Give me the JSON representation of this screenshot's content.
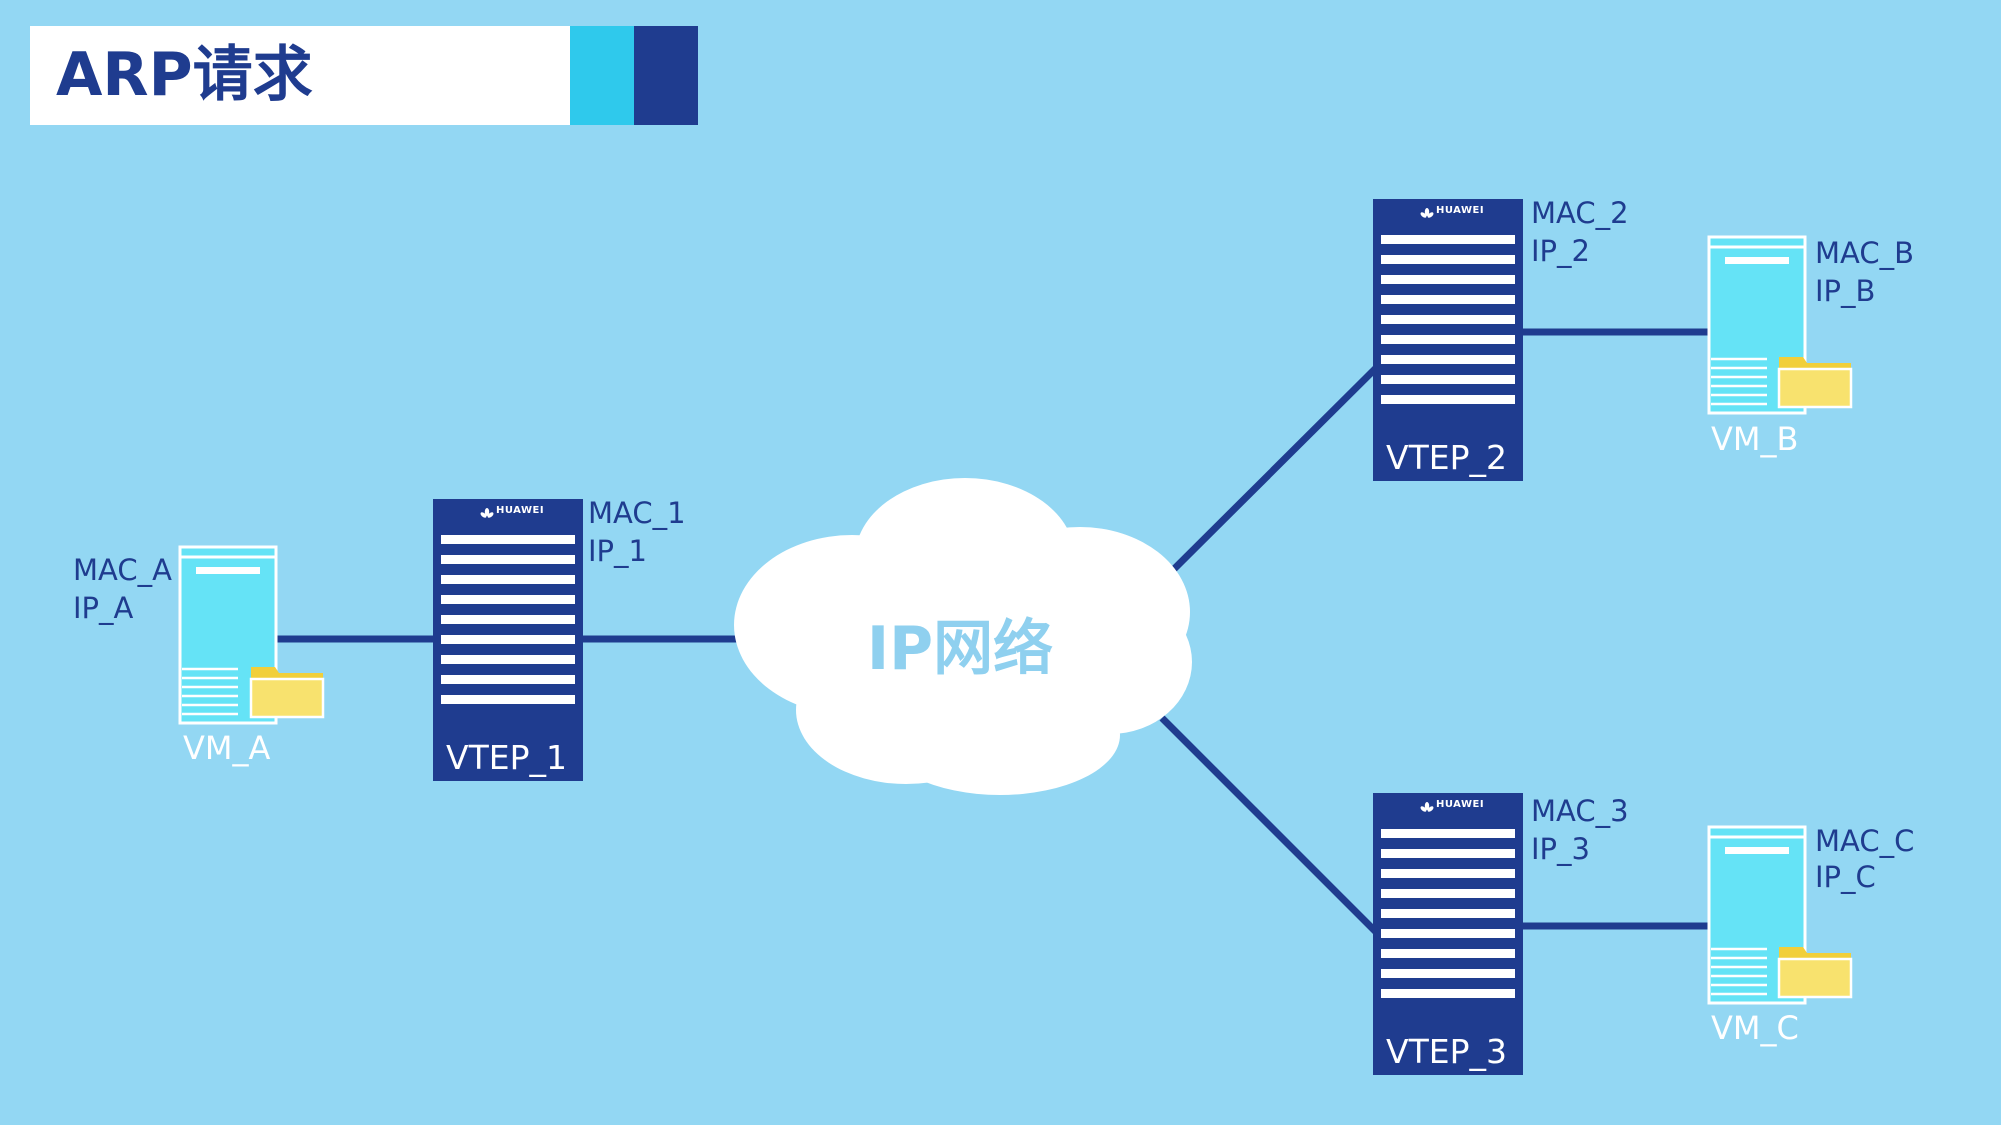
{
  "title": "ARP请求",
  "cloud": {
    "label": "IP网络"
  },
  "vteps": [
    {
      "name": "VTEP_1",
      "mac": "MAC_1",
      "ip": "IP_1",
      "brand": "HUAWEI"
    },
    {
      "name": "VTEP_2",
      "mac": "MAC_2",
      "ip": "IP_2",
      "brand": "HUAWEI"
    },
    {
      "name": "VTEP_3",
      "mac": "MAC_3",
      "ip": "IP_3",
      "brand": "HUAWEI"
    }
  ],
  "vms": [
    {
      "name": "VM_A",
      "mac": "MAC_A",
      "ip": "IP_A"
    },
    {
      "name": "VM_B",
      "mac": "MAC_B",
      "ip": "IP_B"
    },
    {
      "name": "VM_C",
      "mac": "MAC_C",
      "ip": "IP_C"
    }
  ],
  "colors": {
    "background": "#93d7f3",
    "navy": "#1f3c8f",
    "cyan": "#2fc9ec",
    "server_body": "#65e3f6",
    "folder": "#f8e26e",
    "cloud": "#ffffff"
  }
}
